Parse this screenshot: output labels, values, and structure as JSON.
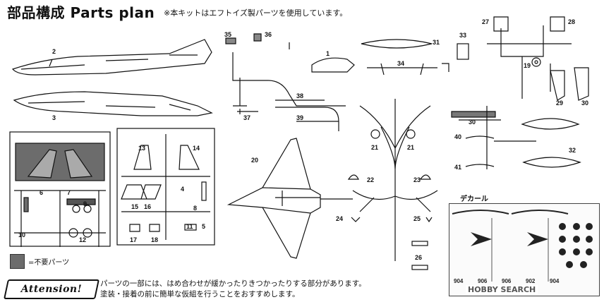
{
  "title": "部品構成 Parts plan",
  "note": "※本キットはエフトイズ製パーツを使用しています。",
  "legend_label": "=不要パーツ",
  "attention": {
    "badge": "Attension!",
    "line1": "パーツの一部には、はめ合わせが緩かったりきつかったりする部分があります。",
    "line2": "塗装・接着の前に簡単な仮組を行うことをおすすめします。"
  },
  "decal_title": "デカール",
  "decal_numbers": [
    "904",
    "906",
    "906",
    "902",
    "904"
  ],
  "watermark": "HOBBY SEARCH",
  "part_numbers": [
    "1",
    "2",
    "3",
    "4",
    "5",
    "6",
    "7",
    "8",
    "9",
    "10",
    "11",
    "12",
    "13",
    "14",
    "15",
    "16",
    "17",
    "18",
    "19",
    "20",
    "21",
    "21",
    "22",
    "23",
    "24",
    "25",
    "26",
    "27",
    "28",
    "29",
    "30",
    "30",
    "31",
    "32",
    "33",
    "34",
    "35",
    "36",
    "37",
    "38",
    "39",
    "40",
    "41"
  ]
}
